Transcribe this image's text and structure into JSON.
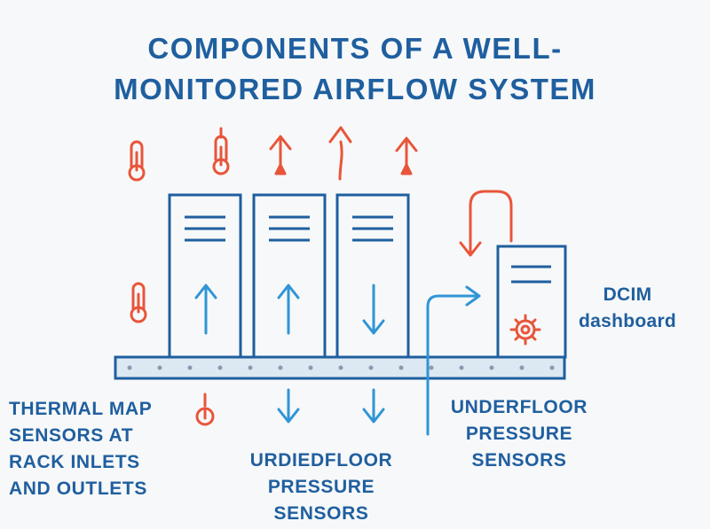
{
  "title": {
    "line1": "COMPONENTS OF A WELL-",
    "line2": "MONITORED AIRFLOW SYSTEM"
  },
  "labels": {
    "thermal_map": [
      "THERMAL MAP",
      "SENSORS AT",
      "RACK INLETS",
      "AND OUTLETS"
    ],
    "urdiedfloor": [
      "URDIEDFLOOR",
      "PRESSURE",
      "SENSORS"
    ],
    "underfloor": [
      "UNDERFLOOR",
      "PRESSURE",
      "SENSORS"
    ],
    "dcim": [
      "DCIM",
      "dashboard"
    ]
  },
  "colors": {
    "primary_blue": "#1f5f9f",
    "light_blue": "#2f95d6",
    "accent_red": "#e8553a",
    "floor_fill": "#dce8f2",
    "background": "#f7f8f9"
  },
  "icons": {
    "thermometer": "thermometer-icon",
    "gear": "gear-icon",
    "arrow": "arrow-icon"
  }
}
